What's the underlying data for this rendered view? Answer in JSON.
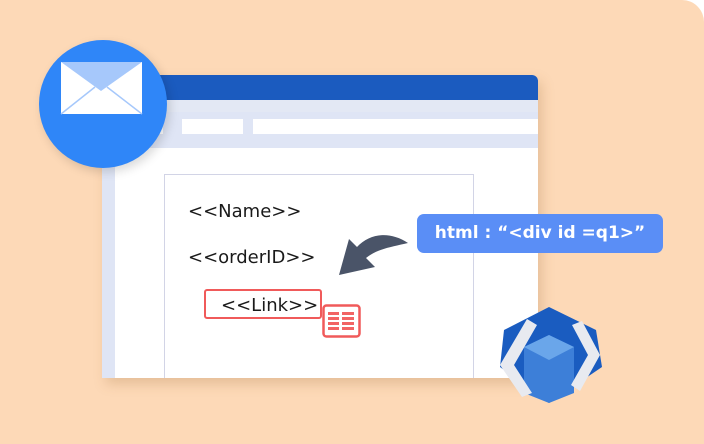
{
  "document": {
    "fields": [
      "<<Name>>",
      "<<orderID>>",
      "<<Link>>"
    ]
  },
  "tooltip": {
    "text": "html : “<div id =q1>”"
  },
  "icons": [
    "mail-icon",
    "curved-arrow-icon",
    "table-icon",
    "code-cube-logo-icon"
  ],
  "colors": {
    "background": "#fdd9b7",
    "titlebar": "#1b5bbf",
    "accent": "#2f86f8",
    "tooltip": "#5a8ef6",
    "link_border": "#f05a5a",
    "arrow": "#4a5468"
  }
}
